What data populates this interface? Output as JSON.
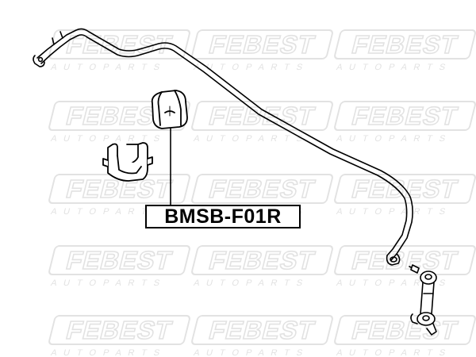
{
  "part_number": "BMSB-F01R",
  "watermark": {
    "brand": "FEBEST",
    "tagline": "AUTO PARTS",
    "color": "#e2e2e2"
  },
  "drawing": {
    "line_color": "#000000",
    "components": [
      "stabilizer-bar",
      "stabilizer-bushing",
      "bushing-bracket",
      "stabilizer-link"
    ]
  }
}
